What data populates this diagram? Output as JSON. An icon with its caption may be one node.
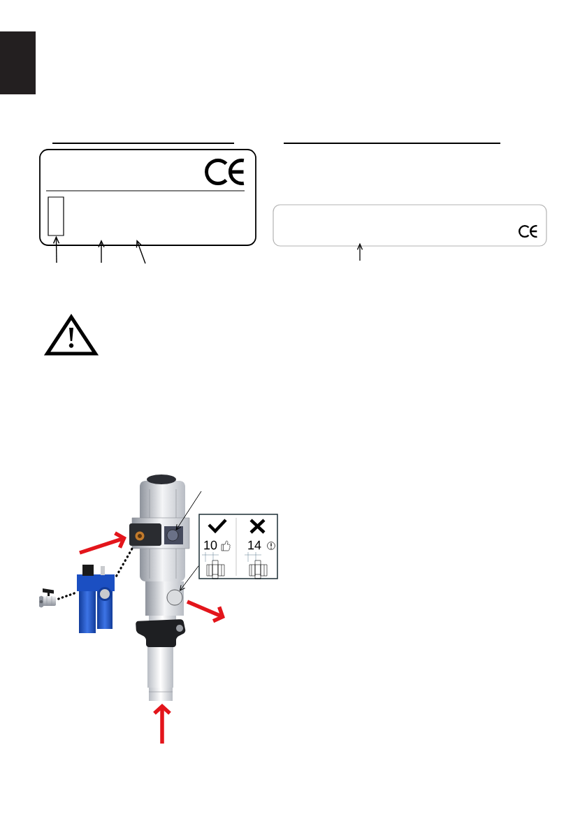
{
  "diagram": {
    "nodes": [
      {
        "text": [],
        "shape": "box"
      },
      {
        "text": [],
        "shape": "box",
        "in": 0
      },
      {
        "text": [],
        "shape": "box"
      },
      {
        "text": [],
        "shape": "picture"
      },
      {
        "text": [
          "10",
          "14"
        ]
      },
      {
        "text": [],
        "shape": "circle",
        "in": 3
      },
      {
        "text": [],
        "shape": "picture"
      },
      {
        "text": [],
        "shape": "picture"
      },
      {
        "text": [],
        "shape": "circle",
        "in": 3
      }
    ],
    "edges": [
      {
        "from": null,
        "to": 1,
        "arrow": "to"
      },
      {
        "from": null,
        "to": 0,
        "arrow": "to"
      },
      {
        "from": null,
        "to": 0,
        "arrow": "to"
      },
      {
        "from": null,
        "to": 2,
        "arrow": "to"
      },
      {
        "from": null,
        "to": 5,
        "arrow": "to"
      },
      {
        "from": 4,
        "to": 8,
        "arrow": "to"
      },
      {
        "from": 7,
        "to": 6,
        "arrow": "none",
        "style": "dashed"
      },
      {
        "from": 6,
        "to": 3,
        "arrow": "none",
        "style": "dashed"
      }
    ]
  }
}
